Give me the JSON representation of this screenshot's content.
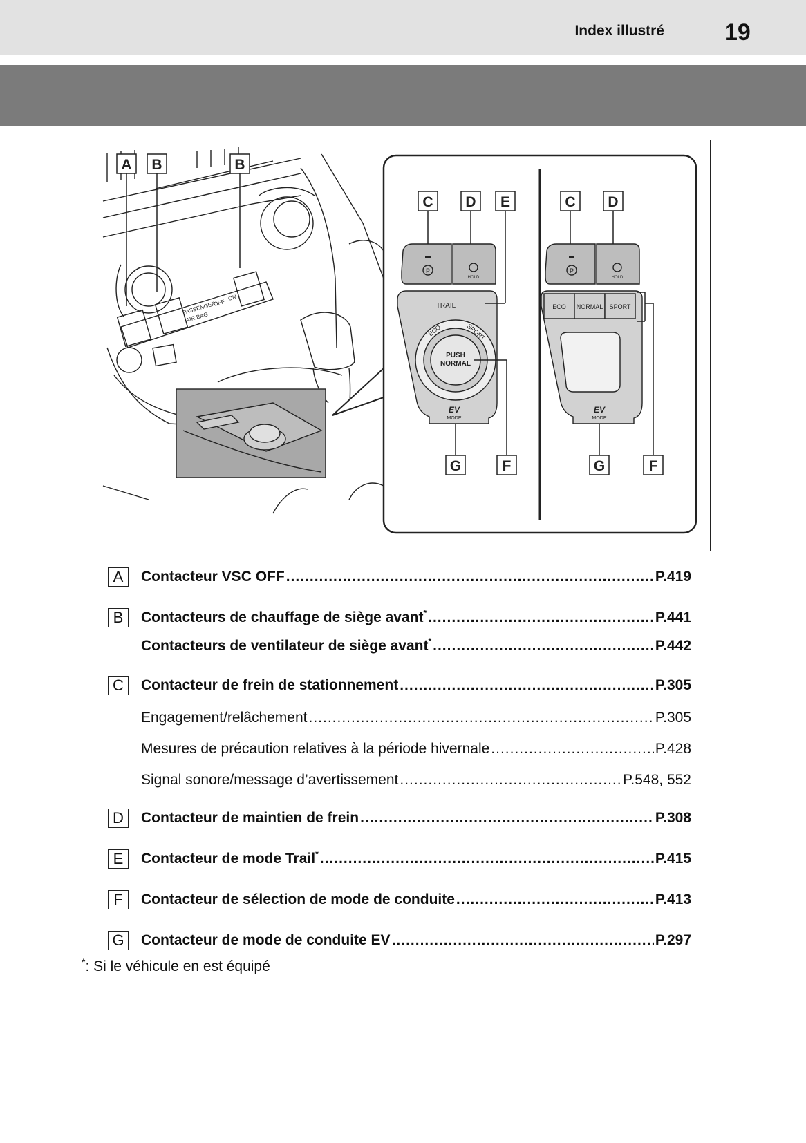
{
  "header": {
    "section_title": "Index illustré",
    "page_number": "19"
  },
  "figure": {
    "callouts": [
      "A",
      "B",
      "B",
      "C",
      "D",
      "E",
      "C",
      "D",
      "G",
      "F",
      "G",
      "F"
    ],
    "panel_left": {
      "trail": "TRAIL",
      "eco": "ECO",
      "sport": "SPORT",
      "push": "PUSH",
      "normal": "NORMAL",
      "ev": "EV",
      "mode": "MODE",
      "hold": "HOLD"
    },
    "panel_right": {
      "eco": "ECO",
      "normal": "NORMAL",
      "sport": "SPORT",
      "ev": "EV",
      "mode": "MODE",
      "hold": "HOLD"
    },
    "console_labels": {
      "passenger": "PASSENGER",
      "airbag": "AIR BAG",
      "off": "OFF",
      "on": "ON"
    }
  },
  "entries": [
    {
      "letter": "A",
      "label": "Contacteur VSC OFF",
      "sup": "",
      "ref": "P.419",
      "bold": true
    },
    {
      "letter": "B",
      "label": "Contacteurs de chauffage de siège avant",
      "sup": "*",
      "ref": "P.441",
      "bold": true
    },
    {
      "letter": "",
      "label": "Contacteurs de ventilateur de siège avant",
      "sup": "*",
      "ref": "P.442",
      "bold": true
    },
    {
      "letter": "C",
      "label": "Contacteur de frein de stationnement",
      "sup": "",
      "ref": "P.305",
      "bold": true
    },
    {
      "letter": "",
      "label": "Engagement/relâchement",
      "sup": "",
      "ref": "P.305",
      "bold": false
    },
    {
      "letter": "",
      "label": "Mesures de précaution relatives à la période hivernale",
      "sup": "",
      "ref": "P.428",
      "bold": false
    },
    {
      "letter": "",
      "label": "Signal sonore/message d’avertissement",
      "sup": "",
      "ref": "P.548, 552",
      "bold": false
    },
    {
      "letter": "D",
      "label": "Contacteur de maintien de frein",
      "sup": "",
      "ref": "P.308",
      "bold": true
    },
    {
      "letter": "E",
      "label": "Contacteur de mode Trail",
      "sup": "*",
      "ref": "P.415",
      "bold": true
    },
    {
      "letter": "F",
      "label": "Contacteur de sélection de mode de conduite",
      "sup": "",
      "ref": "P.413",
      "bold": true
    },
    {
      "letter": "G",
      "label": "Contacteur de mode de conduite EV",
      "sup": "",
      "ref": "P.297",
      "bold": true
    }
  ],
  "footnote": {
    "mark": "*",
    "text": ":  Si le véhicule en est équipé"
  }
}
